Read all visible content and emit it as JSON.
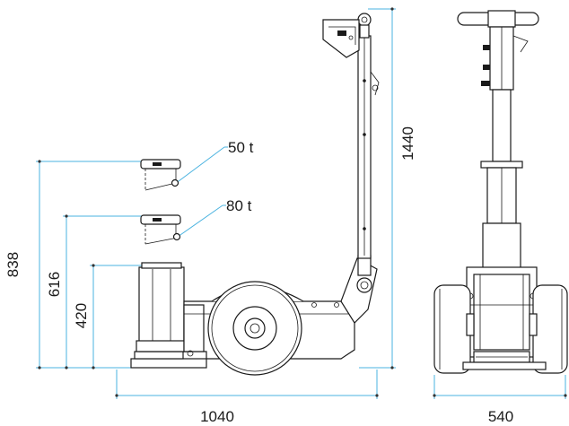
{
  "dimensions": {
    "total_length": "1040",
    "total_width": "540",
    "max_height": "1440",
    "height_50t": "838",
    "height_80t": "616",
    "height_min": "420"
  },
  "capacity_labels": {
    "stage_50t": "50 t",
    "stage_80t": "80 t"
  },
  "colors": {
    "dimension_line": "#4ab3e0",
    "drawing_line": "#1a1a1a"
  }
}
